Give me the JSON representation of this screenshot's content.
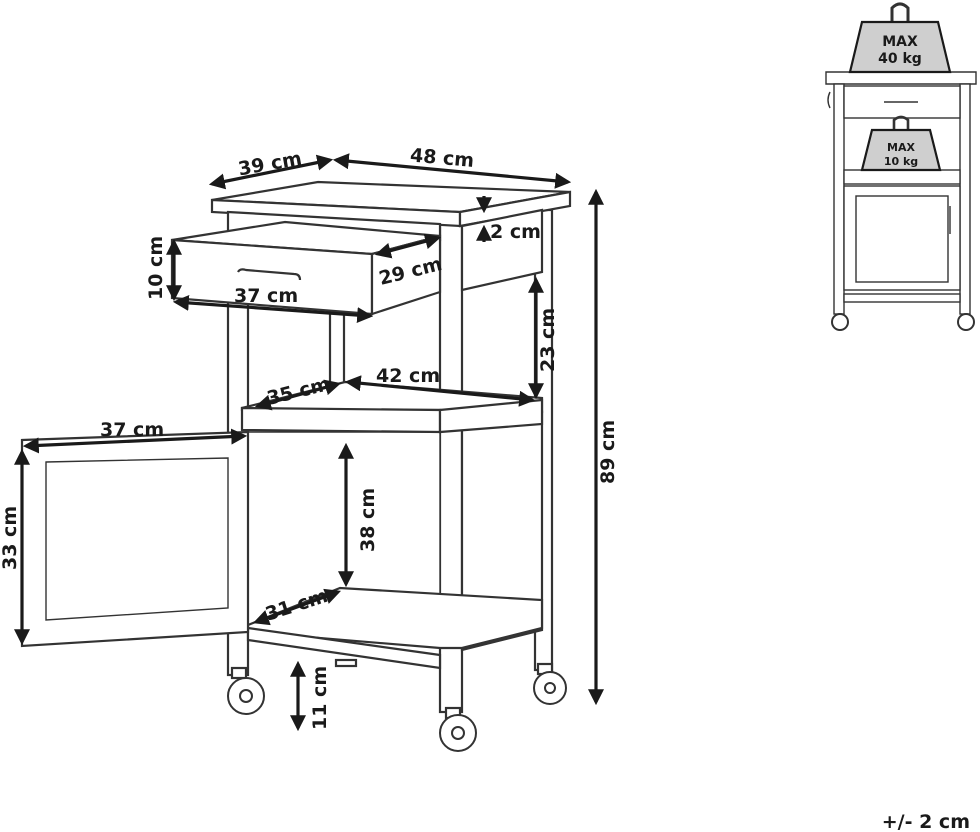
{
  "dimensions": {
    "top_depth": "39 cm",
    "top_width": "48 cm",
    "top_thickness": "2 cm",
    "drawer_height": "10 cm",
    "drawer_depth": "29 cm",
    "drawer_width": "37 cm",
    "shelf_gap": "23 cm",
    "shelf_depth": "35 cm",
    "shelf_width": "42 cm",
    "door_width": "37 cm",
    "door_height": "33 cm",
    "cabinet_height": "38 cm",
    "bottom_shelf_depth": "31 cm",
    "total_height": "89 cm",
    "leg_height": "11 cm"
  },
  "load_limits": {
    "top_line1": "MAX",
    "top_line2": "40 kg",
    "shelf_line1": "MAX",
    "shelf_line2": "10 kg"
  },
  "tolerance": "+/- 2 cm"
}
